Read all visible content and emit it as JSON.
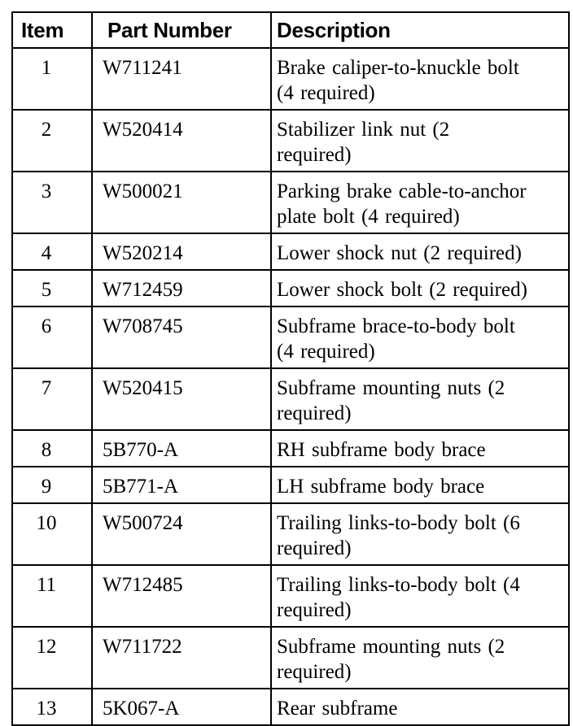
{
  "table": {
    "headers": {
      "item": "Item",
      "part_number": "Part Number",
      "description": "Description"
    },
    "rows": [
      {
        "item": "1",
        "part_number": "W711241",
        "description": [
          "Brake caliper-to-knuckle bolt",
          "(4 required)"
        ]
      },
      {
        "item": "2",
        "part_number": "W520414",
        "description": [
          "Stabilizer link nut (2",
          "required)"
        ]
      },
      {
        "item": "3",
        "part_number": "W500021",
        "description": [
          "Parking brake cable-to-anchor",
          "plate bolt (4 required)"
        ]
      },
      {
        "item": "4",
        "part_number": "W520214",
        "description": [
          "Lower shock nut (2 required)"
        ]
      },
      {
        "item": "5",
        "part_number": "W712459",
        "description": [
          "Lower shock bolt (2 required)"
        ]
      },
      {
        "item": "6",
        "part_number": "W708745",
        "description": [
          "Subframe brace-to-body bolt",
          "(4 required)"
        ]
      },
      {
        "item": "7",
        "part_number": "W520415",
        "description": [
          "Subframe mounting nuts (2",
          "required)"
        ]
      },
      {
        "item": "8",
        "part_number": "5B770-A",
        "description": [
          "RH subframe body brace"
        ]
      },
      {
        "item": "9",
        "part_number": "5B771-A",
        "description": [
          "LH subframe body brace"
        ]
      },
      {
        "item": "10",
        "part_number": "W500724",
        "description": [
          "Trailing links-to-body bolt (6",
          "required)"
        ]
      },
      {
        "item": "11",
        "part_number": "W712485",
        "description": [
          "Trailing links-to-body bolt (4",
          "required)"
        ]
      },
      {
        "item": "12",
        "part_number": "W711722",
        "description": [
          "Subframe mounting nuts (2",
          "required)"
        ]
      },
      {
        "item": "13",
        "part_number": "5K067-A",
        "description": [
          "Rear subframe"
        ]
      }
    ]
  }
}
